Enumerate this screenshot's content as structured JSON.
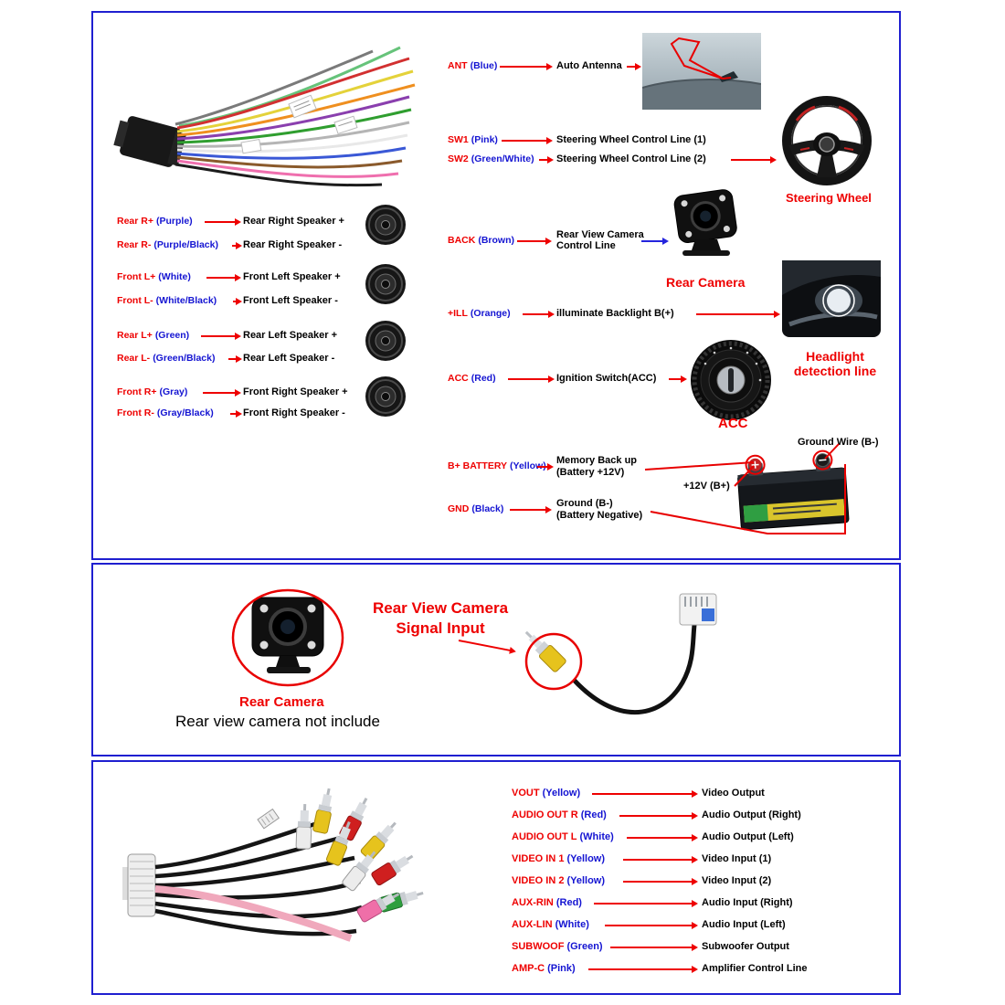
{
  "colors": {
    "box_border": "#1f1fd0",
    "label_red": "#ee0000",
    "wire_color_blue": "#1414d2",
    "text_black": "#000000"
  },
  "top": {
    "ant": {
      "code": "ANT",
      "color": "(Blue)",
      "desc": "Auto Antenna"
    },
    "sw1": {
      "code": "SW1",
      "color": "(Pink)",
      "desc": "Steering Wheel Control Line (1)"
    },
    "sw2": {
      "code": "SW2",
      "color": "(Green/White)",
      "desc": "Steering Wheel Control Line (2)"
    },
    "steering_label": "Steering Wheel",
    "speakers": [
      {
        "code": "Rear R+",
        "color": "(Purple)",
        "desc": "Rear Right Speaker +"
      },
      {
        "code": "Rear R-",
        "color": "(Purple/Black)",
        "desc": "Rear Right Speaker -"
      },
      {
        "code": "Front L+",
        "color": "(White)",
        "desc": "Front Left Speaker +"
      },
      {
        "code": "Front L-",
        "color": "(White/Black)",
        "desc": "Front Left Speaker -"
      },
      {
        "code": "Rear L+",
        "color": "(Green)",
        "desc": "Rear Left Speaker +"
      },
      {
        "code": "Rear L-",
        "color": "(Green/Black)",
        "desc": "Rear Left Speaker -"
      },
      {
        "code": "Front R+",
        "color": "(Gray)",
        "desc": "Front Right Speaker +"
      },
      {
        "code": "Front R-",
        "color": "(Gray/Black)",
        "desc": "Front Right Speaker -"
      }
    ],
    "back": {
      "code": "BACK",
      "color": "(Brown)",
      "desc1": "Rear View Camera",
      "desc2": "Control Line"
    },
    "rear_camera_label": "Rear Camera",
    "ill": {
      "code": "+ILL",
      "color": "(Orange)",
      "desc": "illuminate Backlight B(+)"
    },
    "headlight1": "Headlight",
    "headlight2": "detection line",
    "acc": {
      "code": "ACC",
      "color": "(Red)",
      "desc": "Ignition Switch(ACC)"
    },
    "acc_label": "ACC",
    "bplus": {
      "code": "B+ BATTERY",
      "color": "(Yellow)",
      "desc1": "Memory Back up",
      "desc2": "(Battery +12V)"
    },
    "gnd": {
      "code": "GND",
      "color": "(Black)",
      "desc1": "Ground (B-)",
      "desc2": "(Battery Negative)"
    },
    "ground_wire_label": "Ground Wire (B-)",
    "twelve_v_label": "+12V  (B+)"
  },
  "middle": {
    "title1": "Rear View Camera",
    "title2": "Signal Input",
    "camera_label": "Rear Camera",
    "note": "Rear view camera not include"
  },
  "bottom": {
    "rows": [
      {
        "code": "VOUT",
        "color": "(Yellow)",
        "desc": "Video Output"
      },
      {
        "code": "AUDIO OUT R",
        "color": "(Red)",
        "desc": "Audio Output (Right)"
      },
      {
        "code": "AUDIO OUT L",
        "color": "(White)",
        "desc": "Audio Output (Left)"
      },
      {
        "code": "VIDEO IN 1",
        "color": "(Yellow)",
        "desc": "Video Input (1)"
      },
      {
        "code": "VIDEO IN 2",
        "color": "(Yellow)",
        "desc": "Video Input (2)"
      },
      {
        "code": "AUX-RIN",
        "color": "(Red)",
        "desc": "Audio Input (Right)"
      },
      {
        "code": "AUX-LIN",
        "color": "(White)",
        "desc": "Audio Input (Left)"
      },
      {
        "code": "SUBWOOF",
        "color": "(Green)",
        "desc": "Subwoofer Output"
      },
      {
        "code": "AMP-C",
        "color": "(Pink)",
        "desc": "Amplifier Control Line"
      }
    ]
  }
}
